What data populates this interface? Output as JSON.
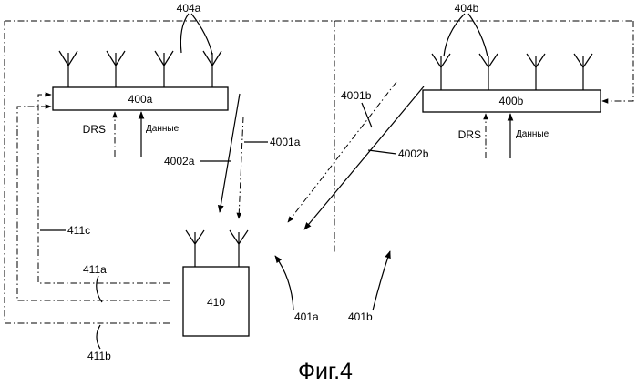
{
  "figure": {
    "caption": "Фиг.4",
    "base_station_a": {
      "label": "400a",
      "drs_label": "DRS",
      "data_label": "Данные",
      "antenna_ref": "404a"
    },
    "base_station_b": {
      "label": "400b",
      "drs_label": "DRS",
      "data_label": "Данные",
      "antenna_ref": "404b"
    },
    "terminal": {
      "label": "410"
    },
    "references": {
      "ref_4001a": "4001a",
      "ref_4002a": "4002a",
      "ref_4001b": "4001b",
      "ref_4002b": "4002b",
      "ref_411a": "411a",
      "ref_411b": "411b",
      "ref_411c": "411c",
      "ref_401a": "401a",
      "ref_401b": "401b"
    }
  }
}
